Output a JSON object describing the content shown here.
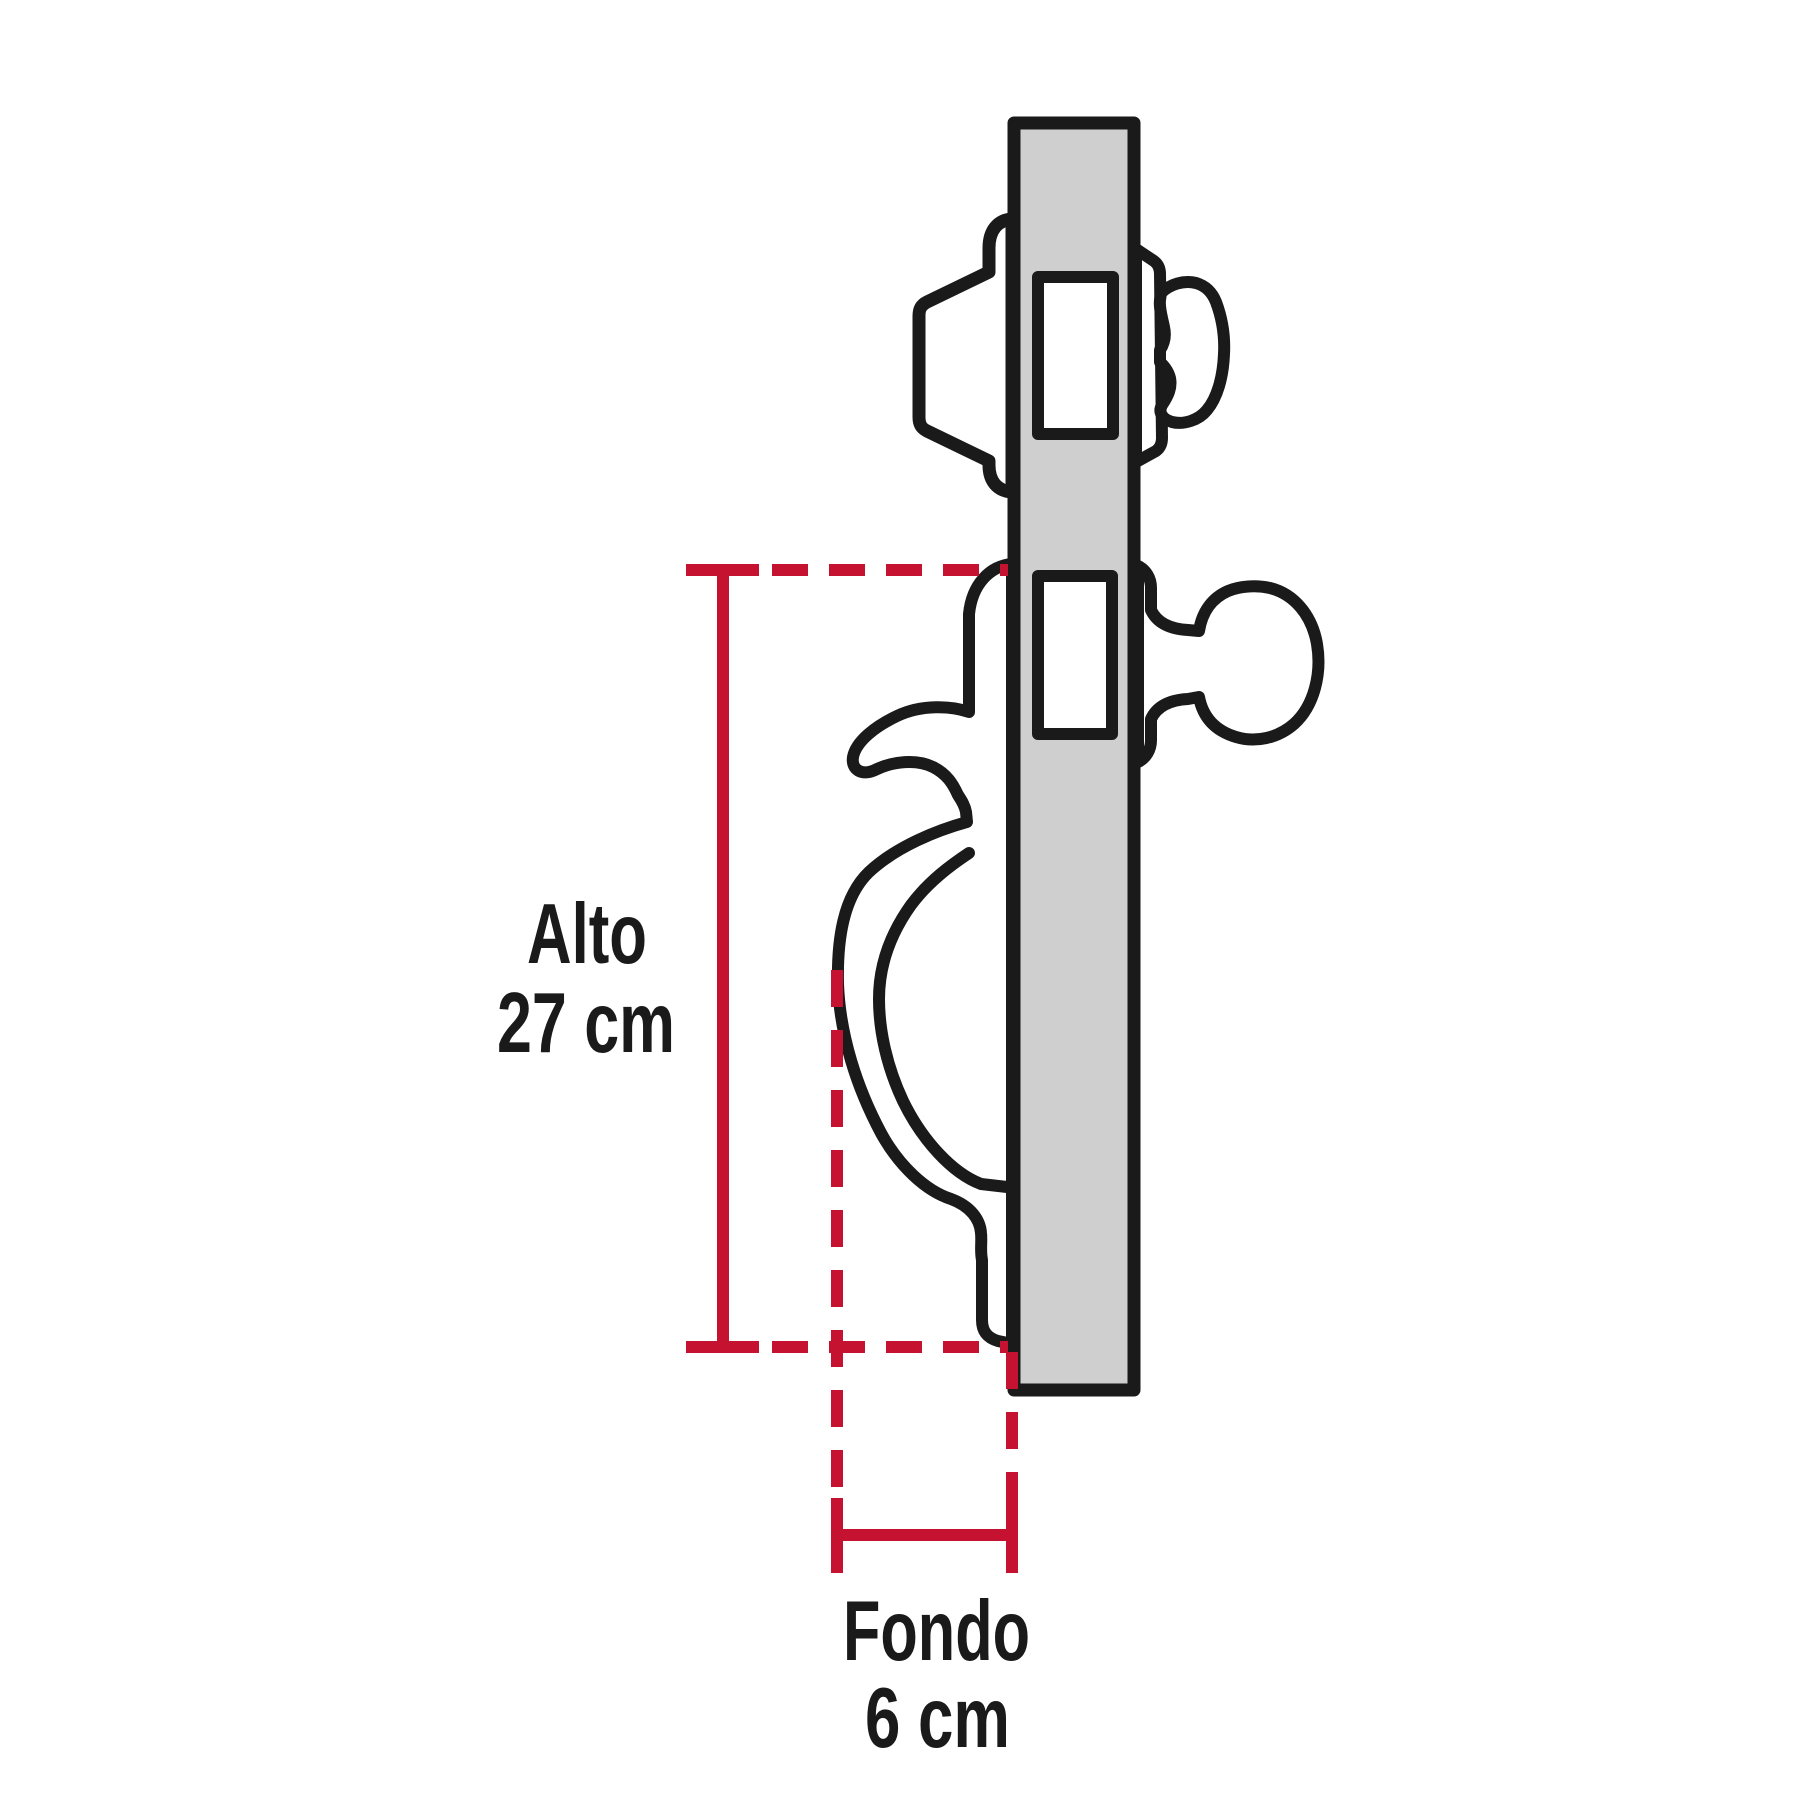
{
  "diagram": {
    "kind": "product-dimension-drawing",
    "dimensions": {
      "height": {
        "label": "Alto",
        "value": "27 cm"
      },
      "depth": {
        "label": "Fondo",
        "value": "6 cm"
      }
    },
    "colors": {
      "dimension_accent_red": "#C51230",
      "outline_black": "#1A1A1A",
      "door_fill_gray": "#CFCFCF",
      "background": "#FFFFFF"
    }
  }
}
